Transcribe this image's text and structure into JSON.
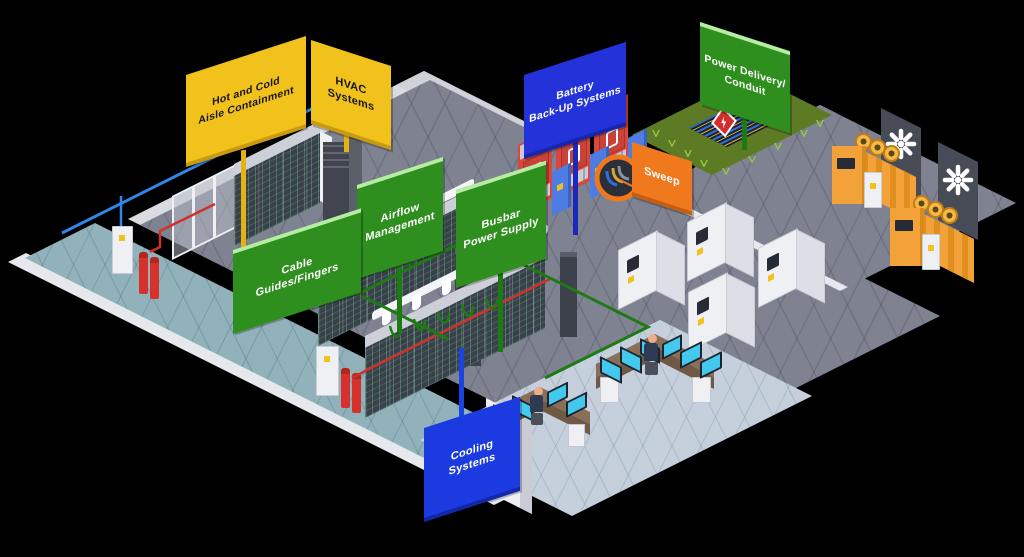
{
  "scene": {
    "title": "Data Center Infrastructure Isometric Diagram",
    "background": "#000000"
  },
  "signs": [
    {
      "id": "hot-cold-aisle-containment",
      "text": "Hot and Cold\nAisle Containment",
      "bg": "#F2C21C",
      "edge": "#C9990F",
      "text_color": "#161616",
      "pole_color": "#E3B214"
    },
    {
      "id": "hvac-systems",
      "text": "HVAC\nSystems",
      "bg": "#F2C21C",
      "edge": "#C9990F",
      "text_color": "#161616",
      "pole_color": "#E3B214"
    },
    {
      "id": "airflow-management",
      "text": "Airflow\nManagement",
      "bg": "#2E8F1E",
      "edge": "#B6ECA4",
      "text_color": "#FFFFFF",
      "pole_color": "#1E7A12"
    },
    {
      "id": "cable-guides-fingers",
      "text": "Cable\nGuides/Fingers",
      "bg": "#2E8F1E",
      "edge": "#B6ECA4",
      "text_color": "#FFFFFF",
      "pole_color": "#1E7A12"
    },
    {
      "id": "busbar-power-supply",
      "text": "Busbar\nPower Supply",
      "bg": "#2E8F1E",
      "edge": "#B6ECA4",
      "text_color": "#FFFFFF",
      "pole_color": "#1E7A12"
    },
    {
      "id": "battery-back-up-systems",
      "text": "Battery\nBack-Up Systems",
      "bg": "#2433D9",
      "edge": "#1725A8",
      "text_color": "#FFFFFF",
      "pole_color": "#1B28B8"
    },
    {
      "id": "sweep",
      "text": "Sweep",
      "bg": "#F0791E",
      "edge": "#C65E0F",
      "text_color": "#FFFFFF",
      "pole_color": "#F0791E"
    },
    {
      "id": "power-delivery-conduit",
      "text": "Power Delivery/\nConduit",
      "bg": "#2E8F1E",
      "edge": "#B6ECA4",
      "text_color": "#FFFFFF",
      "pole_color": "#1E7A12"
    },
    {
      "id": "cooling-systems",
      "text": "Cooling\nSystems",
      "bg": "#1B3BE0",
      "edge": "#1128A8",
      "text_color": "#FFFFFF",
      "pole_color": "#1B43E0"
    }
  ],
  "palette": {
    "bg": "#000000",
    "floor_dark": "#7E8291",
    "floor_light": "#C6D0DC",
    "corridor": "#92B2BB",
    "ledge": "#D9DBE1",
    "wall_white": "#ECEEF2",
    "grass": "#5C7B24",
    "grass_light": "#95C845",
    "trench": "#241A12",
    "rack_dark": "#3A3F4B",
    "battery_red": "#D8463E",
    "cabinet_blue": "#4D7DE4",
    "generator_orange": "#F2A238",
    "fan_panel": "#474B55",
    "screen_cyan": "#43C8EE",
    "desk_brown": "#8A6F58",
    "extinguisher": "#D7312C",
    "pipe_blue": "#2F86E8",
    "pipe_red": "#D1302A",
    "cable_green": "#1E7A12",
    "warning_yellow": "#F2C21C",
    "hazard_red": "#D42B2B"
  },
  "hazard": {
    "conduit_sign_symbol": "lightning-bolt"
  },
  "equipment": [
    "glass-aisle-containment",
    "containment-server-racks",
    "hvac-unit",
    "server-rack-row",
    "overhead-cable-fingers",
    "green-patch-cables",
    "battery-rack",
    "battery-cabinet",
    "floor-cable-sweep-opening",
    "underground-conduit-trench",
    "diesel-generator",
    "radiator-fan",
    "ups-cabinet",
    "control-desk",
    "operator",
    "monitor",
    "fire-extinguisher",
    "safety-cabinet",
    "support-pillar",
    "coolant-pipe-blue",
    "power-line-red"
  ]
}
